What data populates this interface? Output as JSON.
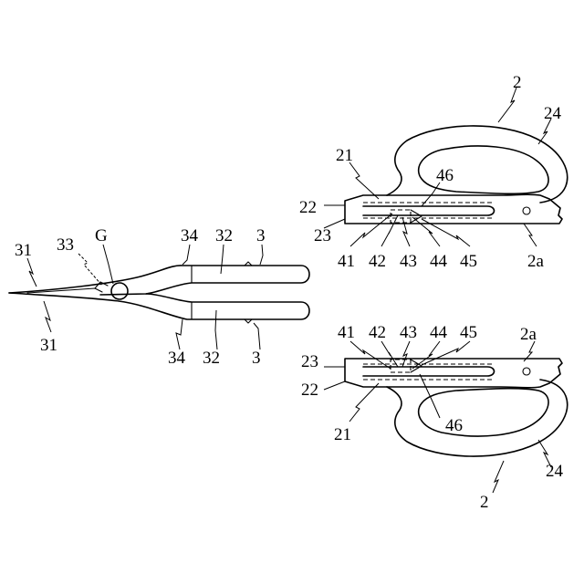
{
  "labels": {
    "assembly_upper": "2",
    "assembly_lower": "2",
    "edge_upper": "2a",
    "edge_lower": "2a",
    "item_21_upper": "21",
    "item_21_lower": "21",
    "item_22_upper": "22",
    "item_22_lower": "22",
    "item_23_upper": "23",
    "item_23_lower": "23",
    "item_24_upper": "24",
    "item_24_lower": "24",
    "item_41_upper": "41",
    "item_42_upper": "42",
    "item_43_upper": "43",
    "item_44_upper": "44",
    "item_45_upper": "45",
    "item_46_upper": "46",
    "item_41_lower": "41",
    "item_42_lower": "42",
    "item_43_lower": "43",
    "item_44_lower": "44",
    "item_45_lower": "45",
    "item_46_lower": "46",
    "blade_assembly_upper": "3",
    "blade_assembly_lower": "3",
    "blade_tip_upper": "31",
    "blade_tip_lower": "31",
    "shank_upper": "32",
    "shank_lower": "32",
    "pivot_recess": "33",
    "bend_upper": "34",
    "bend_lower": "34",
    "pivot": "G"
  }
}
